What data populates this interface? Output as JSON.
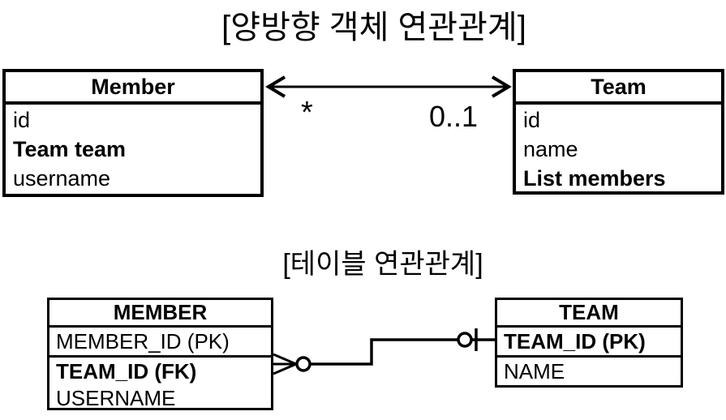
{
  "object_section": {
    "title": "[양방향 객체 연관관계]",
    "member_class": {
      "name": "Member",
      "fields": [
        "id",
        "Team team",
        "username"
      ]
    },
    "team_class": {
      "name": "Team",
      "fields": [
        "id",
        "name",
        "List members"
      ]
    },
    "multiplicity": {
      "member_side": "*",
      "team_side": "0..1"
    }
  },
  "table_section": {
    "title": "[테이블 연관관계]",
    "member_table": {
      "name": "MEMBER",
      "rows": [
        "MEMBER_ID (PK)",
        "TEAM_ID (FK)",
        "USERNAME"
      ]
    },
    "team_table": {
      "name": "TEAM",
      "rows": [
        "TEAM_ID (PK)",
        "NAME"
      ]
    }
  },
  "colors": {
    "ink": "#000000",
    "background": "#ffffff"
  }
}
